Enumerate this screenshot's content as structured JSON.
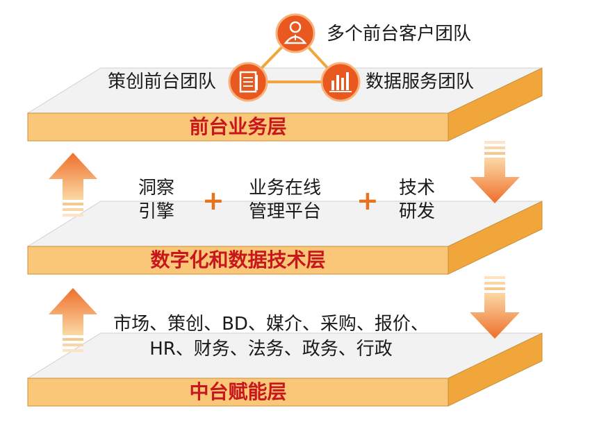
{
  "colors": {
    "top_face": "#f2f2f2",
    "front_face": "#f9c777",
    "side_face": "#f0a63a",
    "title_text": "#c8161d",
    "icon_fill": "#e8581f",
    "arrow_fill": "#f08a3a",
    "plus": "#e8731f"
  },
  "layers": {
    "front": {
      "title": "前台业务层"
    },
    "digital": {
      "title": "数字化和数据技术层"
    },
    "middle": {
      "title": "中台赋能层"
    }
  },
  "teams": {
    "customer": "多个前台客户团队",
    "strategy": "策创前台团队",
    "data": "数据服务团队"
  },
  "icons": {
    "customer": "person-icon",
    "strategy": "document-list-icon",
    "data": "bar-chart-icon"
  },
  "tech": {
    "insight": [
      "洞察",
      "引擎"
    ],
    "business": [
      "业务在线",
      "管理平台"
    ],
    "rd": [
      "技术",
      "研发"
    ],
    "plus": "+"
  },
  "functions": {
    "line1": "市场、策创、BD、媒介、采购、报价、",
    "line2": "HR、财务、法务、政务、行政"
  }
}
